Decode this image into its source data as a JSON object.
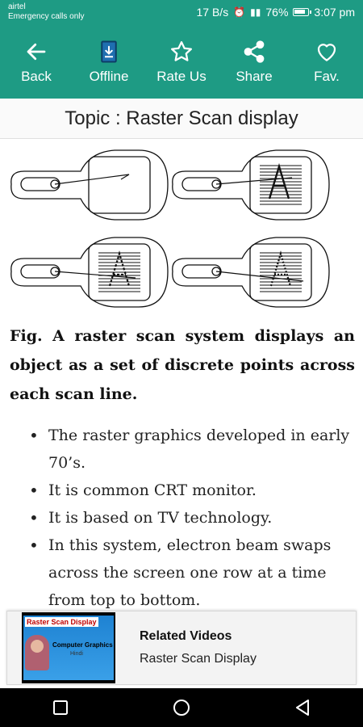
{
  "status_bar": {
    "carrier": "airtel",
    "carrier_note": "Emergency calls only",
    "speed": "17 B/s",
    "battery": "76%",
    "time": "3:07 pm"
  },
  "toolbar": {
    "items": [
      {
        "label": "Back",
        "icon": "arrow-left-icon"
      },
      {
        "label": "Offline",
        "icon": "download-document-icon"
      },
      {
        "label": "Rate Us",
        "icon": "star-icon"
      },
      {
        "label": "Share",
        "icon": "share-icon"
      },
      {
        "label": "Fav.",
        "icon": "heart-icon"
      }
    ]
  },
  "topic": {
    "title": "Topic : Raster Scan display"
  },
  "caption": "Fig. A raster scan system displays an object as a set of discrete points across each scan line.",
  "bullets": [
    "The raster graphics developed in early 70’s.",
    "It is common CRT monitor.",
    "It is based on TV technology.",
    "In this system, electron beam swaps across the screen one row at a time from top to bottom."
  ],
  "related": {
    "heading": "Related Videos",
    "subtitle": "Raster Scan Display",
    "thumb_title": "Raster Scan Display",
    "thumb_sub": "Computer Graphics",
    "thumb_lang": "Hindi"
  },
  "colors": {
    "toolbar": "#1e9b84",
    "navbar": "#000000"
  }
}
